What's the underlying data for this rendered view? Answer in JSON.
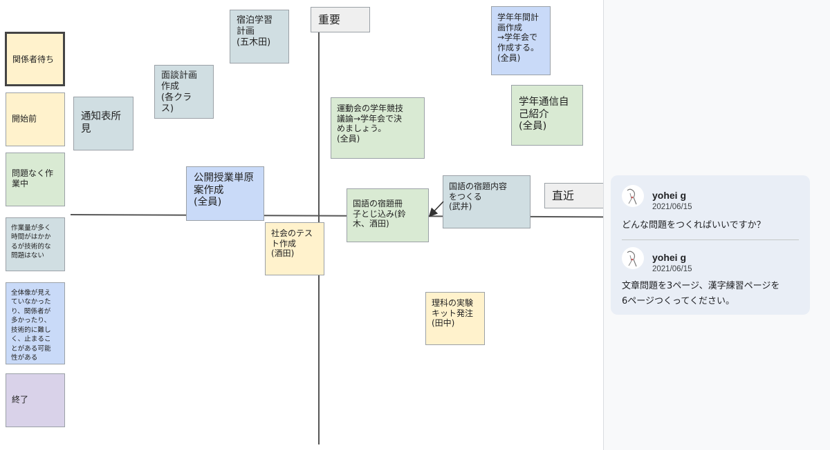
{
  "board": {
    "axis_labels": {
      "vertical": "重要",
      "horizontal": "直近"
    },
    "legend": [
      {
        "label": "関係者待ち",
        "color": "#fff2cc",
        "selected": true
      },
      {
        "label": "開始前",
        "color": "#fff2cc"
      },
      {
        "label": "問題なく作\n業中",
        "color": "#d9ead3"
      },
      {
        "label": "作業量が多く\n時間がはかか\nるが技術的な\n問題はない",
        "color": "#d0dee2"
      },
      {
        "label": "全体像が見え\nていなかった\nり、関係者が\n多かったり、\n技術的に難し\nく、止まるこ\nとがある可能\n性がある",
        "color": "#c9daf8"
      },
      {
        "label": "終了",
        "color": "#d9d2e9"
      }
    ],
    "notes": {
      "tsuuchihyou": "通知表所\n見",
      "mendan": "面談計画\n作成\n(各クラ\nス)",
      "shukuhaku": "宿泊学習\n計画\n(五木田)",
      "gakunen_keikaku": "学年年間計\n画作成\n→学年会で\n作成する。\n(全員)",
      "gakunen_tsuushin": "学年通信自\n己紹介\n(全員)",
      "undoukai": "運動会の学年競技\n議論→学年会で決\nめましょう。\n(全員)",
      "koukai_jugyou": "公開授業単原\n案作成\n(全員)",
      "kokugo_tojikomi": "国語の宿題冊\n子とじ込み(鈴\n木、酒田)",
      "kokugo_naiyou": "国語の宿題内容\nをつくる\n(武井)",
      "shakai_test": "社会のテス\nト作成\n(酒田)",
      "rika_kit": "理科の実験\nキット発注\n(田中)"
    }
  },
  "comments": [
    {
      "author": "yohei g",
      "date": "2021/06/15",
      "text": "どんな問題をつくればいいですか？"
    },
    {
      "author": "yohei g",
      "date": "2021/06/15",
      "text": "文章問題を3ページ、漢字練習ページを\n6ページつくってください。"
    }
  ]
}
